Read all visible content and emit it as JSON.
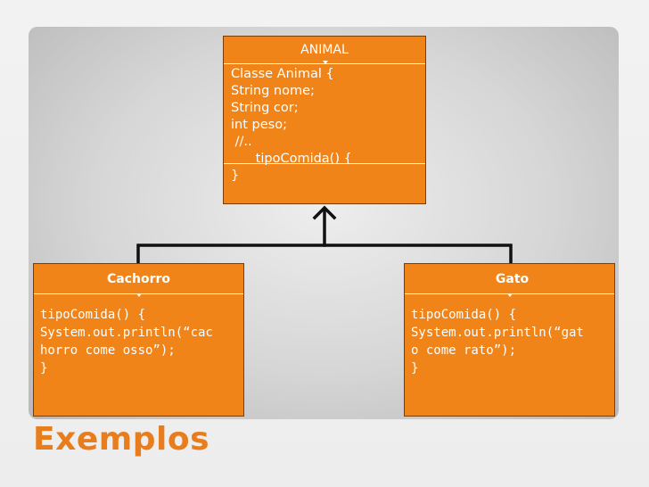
{
  "animal": {
    "title": "ANIMAL",
    "body": [
      "Classe Animal {",
      "String nome;",
      "String cor;",
      "int peso;",
      " //..",
      "      tipoComida() {",
      "}"
    ]
  },
  "cachorro": {
    "title": "Cachorro",
    "body": [
      "tipoComida() {",
      "System.out.println(“cac",
      "horro come osso”);",
      "}"
    ]
  },
  "gato": {
    "title": "Gato",
    "body": [
      "tipoComida() {",
      "System.out.println(“gat",
      "o come rato”);",
      "}"
    ]
  },
  "footer": {
    "title": "Exemplos"
  },
  "colors": {
    "box": "#f08418",
    "accent_text": "#e87d1d",
    "connector": "#111111"
  }
}
